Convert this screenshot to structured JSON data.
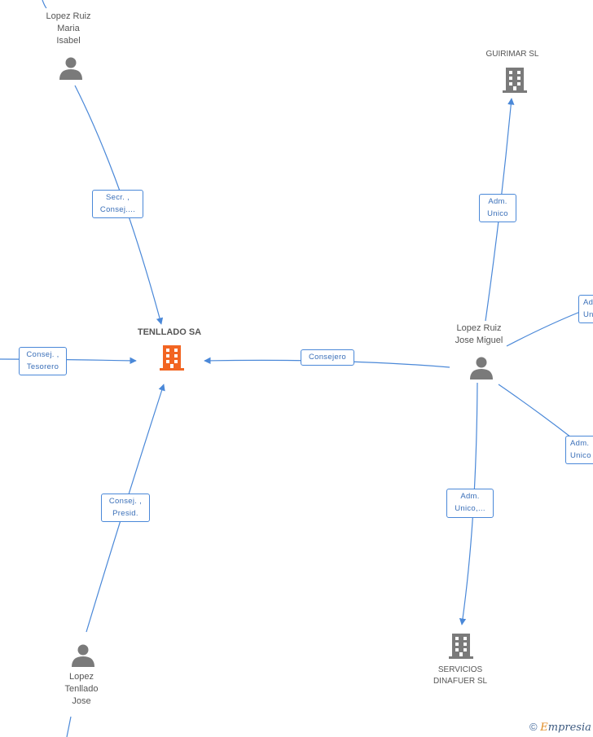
{
  "nodes": {
    "tenllado_sa": {
      "label": "TENLLADO SA"
    },
    "guirimar_sl": {
      "label": "GUIRIMAR SL"
    },
    "servicios_dinafuer": {
      "line1": "SERVICIOS",
      "line2": "DINAFUER SL"
    },
    "lopez_ruiz_maria": {
      "line1": "Lopez Ruiz",
      "line2": "Maria",
      "line3": "Isabel"
    },
    "lopez_ruiz_jose": {
      "line1": "Lopez Ruiz",
      "line2": "Jose Miguel"
    },
    "lopez_tenllado_jose": {
      "line1": "Lopez",
      "line2": "Tenllado",
      "line3": "Jose"
    }
  },
  "edges": {
    "maria_tenllado": {
      "line1": "Secr. ,",
      "line2": "Consej...."
    },
    "left_tenllado": {
      "line1": "Consej. ,",
      "line2": "Tesorero"
    },
    "jose_miguel_tenllado": {
      "line1": "Consejero"
    },
    "tenllado_jose_tenllado": {
      "line1": "Consej. ,",
      "line2": "Presid."
    },
    "jose_miguel_guirimar": {
      "line1": "Adm.",
      "line2": "Unico"
    },
    "jose_miguel_servicios": {
      "line1": "Adm.",
      "line2": "Unico,..."
    },
    "right_top": {
      "line1": "Ad",
      "line2": "Un"
    },
    "right_bottom": {
      "line1": "Adm.",
      "line2": "Unico"
    }
  },
  "brand": {
    "copyright": "©",
    "e": "E",
    "rest": "mpresia"
  },
  "colors": {
    "edge": "#4a88d8",
    "main_node": "#f26522",
    "node": "#7a7a7a"
  }
}
